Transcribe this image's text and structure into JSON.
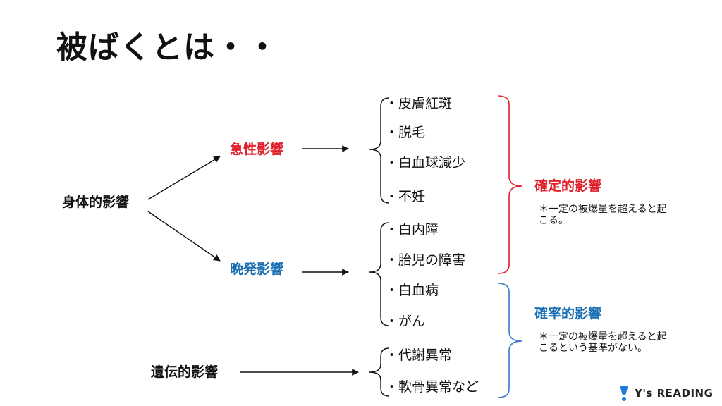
{
  "title": "被ばくとは・・",
  "root": "身体的影響",
  "hereditary": "遺伝的影響",
  "acute": {
    "label": "急性影響",
    "color": "#e0202a"
  },
  "late": {
    "label": "晩発影響",
    "color": "#1a6fb4"
  },
  "items": [
    "・皮膚紅斑",
    "・脱毛",
    "・白血球減少",
    "・不妊",
    "・白内障",
    "・胎児の障害",
    "・白血病",
    "・がん",
    "・代謝異常",
    "・軟骨異常など"
  ],
  "deterministic": {
    "label": "確定的影響",
    "color": "#e0202a",
    "note": "＊一定の被爆量を超えると起こる。"
  },
  "stochastic": {
    "label": "確率的影響",
    "color": "#1a6fb4",
    "note": "＊一定の被爆量を超えると起こるという基準がない。"
  },
  "brand": {
    "text": "Y's READING",
    "color": "#1a7fd4",
    "icon": "exclamation-icon"
  }
}
